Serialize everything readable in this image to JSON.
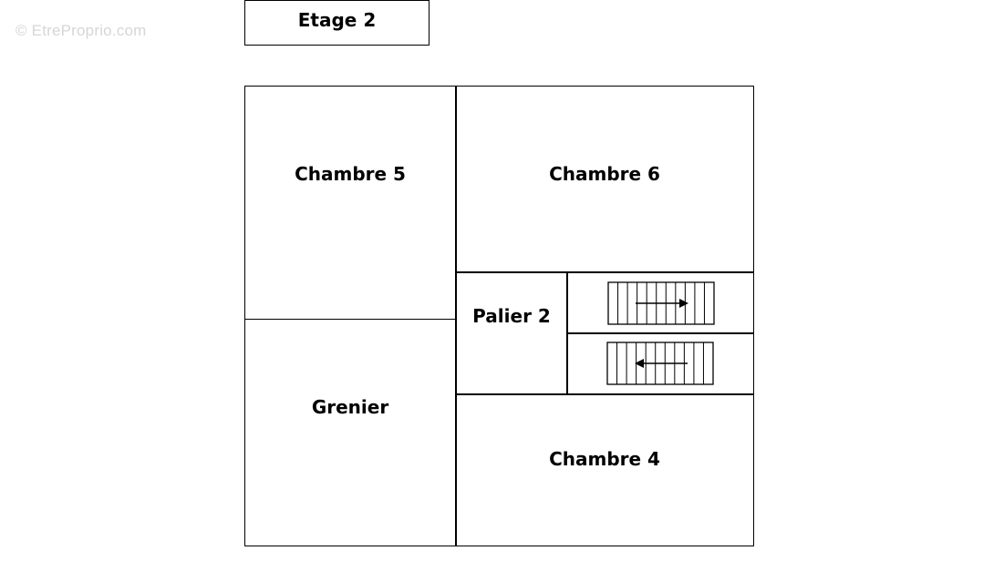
{
  "watermark": "© EtreProprio.com",
  "level": {
    "title": "Etage 2"
  },
  "rooms": {
    "chambre5": "Chambre 5",
    "chambre6": "Chambre 6",
    "palier": "Palier 2",
    "grenier": "Grenier",
    "chambre4": "Chambre 4"
  },
  "stairs": [
    {
      "direction": "right",
      "steps": 10
    },
    {
      "direction": "left",
      "steps": 10
    }
  ],
  "colors": {
    "line": "#000000",
    "background": "#ffffff",
    "watermark": "#d6d6d6"
  }
}
